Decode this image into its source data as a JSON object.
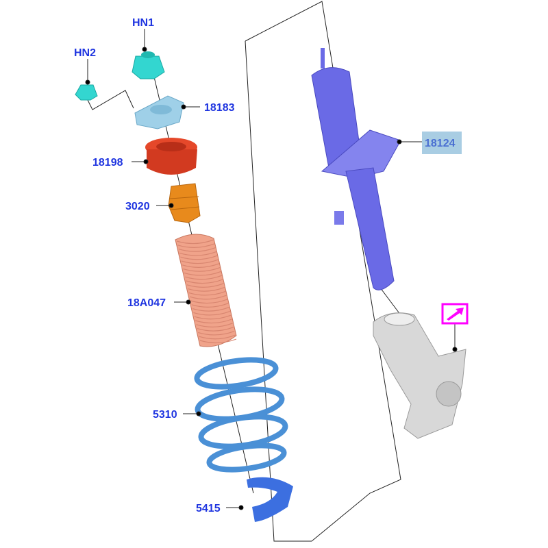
{
  "colors": {
    "label": "#1f35e0",
    "highlight_label": "#4a6fd2",
    "highlight_bg": "#a9cde3",
    "link_icon": "#ff00ff",
    "nut": "#33d6d0",
    "top_mount": "#9fd0e8",
    "bearing": "#e5482a",
    "bump_stop": "#e88a1c",
    "dust_boot": "#f0a38a",
    "spring": "#4a90d6",
    "spring_seat": "#3c6fe0",
    "strut": "#6a6ae6",
    "knuckle": "#d8d8d8"
  },
  "parts": [
    {
      "id": "hn1",
      "label": "HN1"
    },
    {
      "id": "hn2",
      "label": "HN2"
    },
    {
      "id": "top-mount",
      "label": "18183"
    },
    {
      "id": "bearing",
      "label": "18198"
    },
    {
      "id": "bump-stop",
      "label": "3020"
    },
    {
      "id": "dust-boot",
      "label": "18A047"
    },
    {
      "id": "coil-spring",
      "label": "5310"
    },
    {
      "id": "spring-seat",
      "label": "5415"
    },
    {
      "id": "strut",
      "label": "18124",
      "highlighted": true
    }
  ],
  "link_icon": "arrow-link-icon"
}
